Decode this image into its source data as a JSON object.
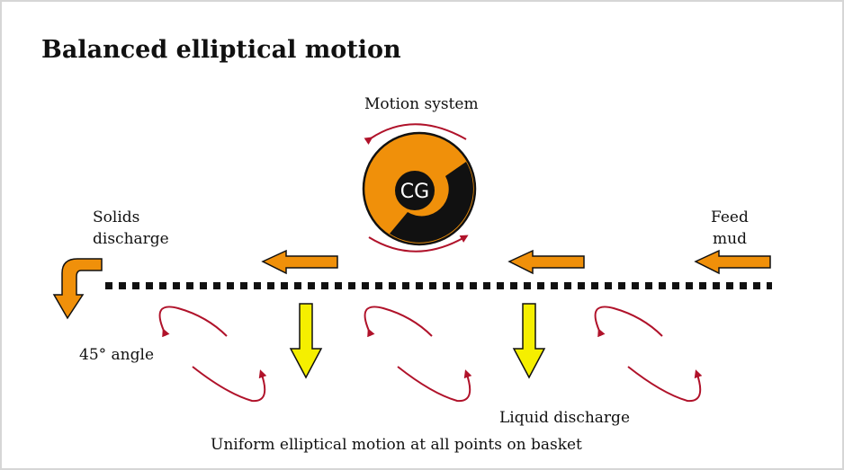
{
  "title": "Balanced elliptical motion",
  "labels": {
    "motion_system": "Motion system",
    "cg": "CG",
    "solids_line1": "Solids",
    "solids_line2": "discharge",
    "feed_line1": "Feed",
    "feed_line2": "mud",
    "angle": "45° angle",
    "liquid": "Liquid discharge",
    "footer": "Uniform elliptical motion at all points on basket"
  },
  "colors": {
    "orange": "#f0900a",
    "black": "#111111",
    "yellow": "#f5ef00",
    "red": "#b0122a",
    "border": "#d6d6d6"
  }
}
